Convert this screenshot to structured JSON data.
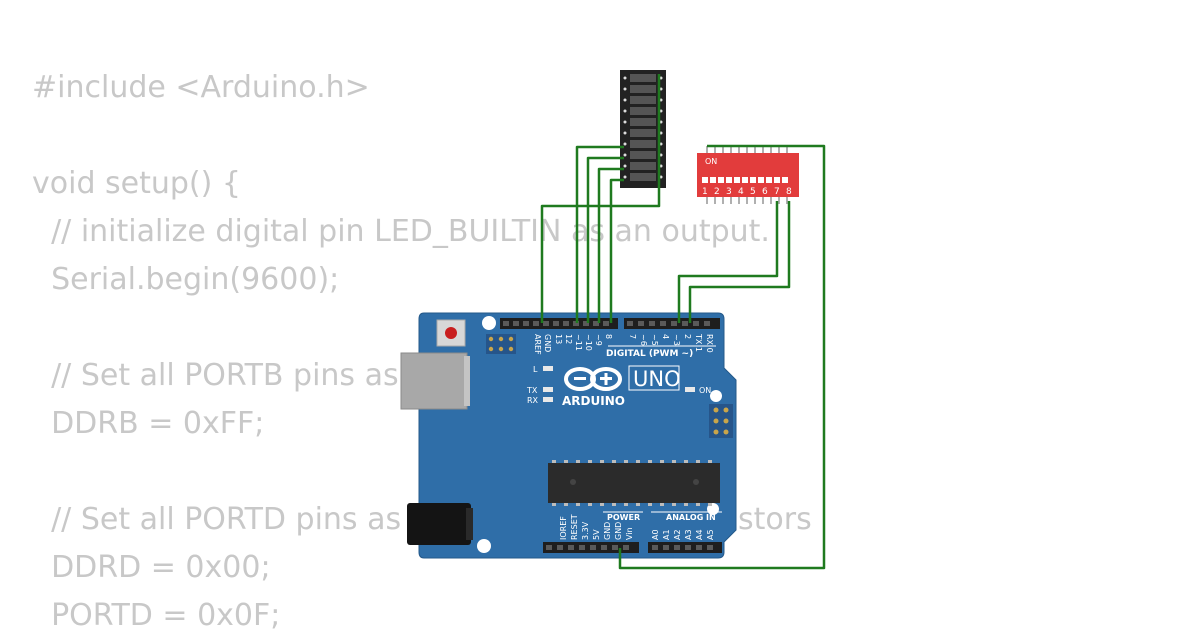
{
  "code_lines": [
    "#include <Arduino.h>",
    "void setup() {",
    "  // initialize digital pin LED_BUILTIN as an output.",
    "  Serial.begin(9600);",
    "  // Set all PORTB pins as",
    "  DDRB = 0xFF;",
    "  // Set all PORTD pins as",
    "stors",
    "  DDRD = 0x00;",
    "  PORTD = 0x0F;"
  ],
  "board": {
    "logo_text": "ARDUINO",
    "model": "UNO",
    "digital_label": "DIGITAL (PWM ~)",
    "power_label": "POWER",
    "analog_label": "ANALOG IN",
    "on_label": "ON",
    "led_l": "L",
    "led_tx": "TX",
    "led_rx": "RX",
    "top_pins": [
      "AREF",
      "GND",
      "13",
      "12",
      "~11",
      "~10",
      "~9",
      "8"
    ],
    "top_pins_right": [
      "7",
      "~6",
      "~5",
      "4",
      "~3",
      "2",
      "TX 1",
      "RX 0"
    ],
    "power_pins": [
      "IOREF",
      "RESET",
      "3.3V",
      "5V",
      "GND",
      "GND",
      "Vin"
    ],
    "analog_pins": [
      "A0",
      "A1",
      "A2",
      "A3",
      "A4",
      "A5"
    ]
  },
  "dip_switch": {
    "on_label": "ON",
    "numbers": [
      "1",
      "2",
      "3",
      "4",
      "5",
      "6",
      "7",
      "8"
    ]
  },
  "colors": {
    "wire": "#1f7a1f",
    "board": "#2f6ea8",
    "dip": "#e23c3c",
    "bar_graph": "#222222"
  }
}
